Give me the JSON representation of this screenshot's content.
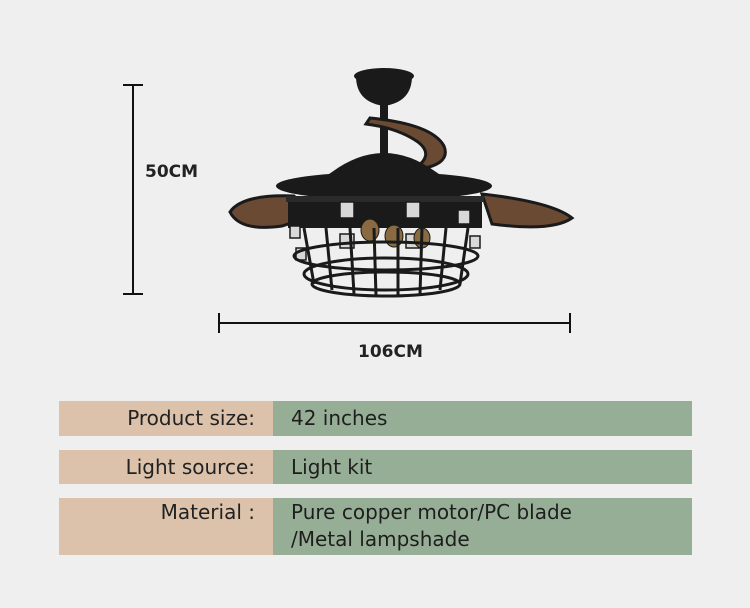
{
  "dimensions": {
    "height_label": "50CM",
    "width_label": "106CM"
  },
  "specs": [
    {
      "label": "Product size:",
      "value": "42 inches"
    },
    {
      "label": "Light source:",
      "value": "Light kit"
    },
    {
      "label": "Material :",
      "value": "Pure copper motor/PC blade\n /Metal lampshade"
    }
  ],
  "colors": {
    "background": "#efefef",
    "label_cell": "#dcc2aa",
    "value_cell": "#97ae96",
    "fixture": "#1a1a1a",
    "blade": "#6b4a33"
  }
}
